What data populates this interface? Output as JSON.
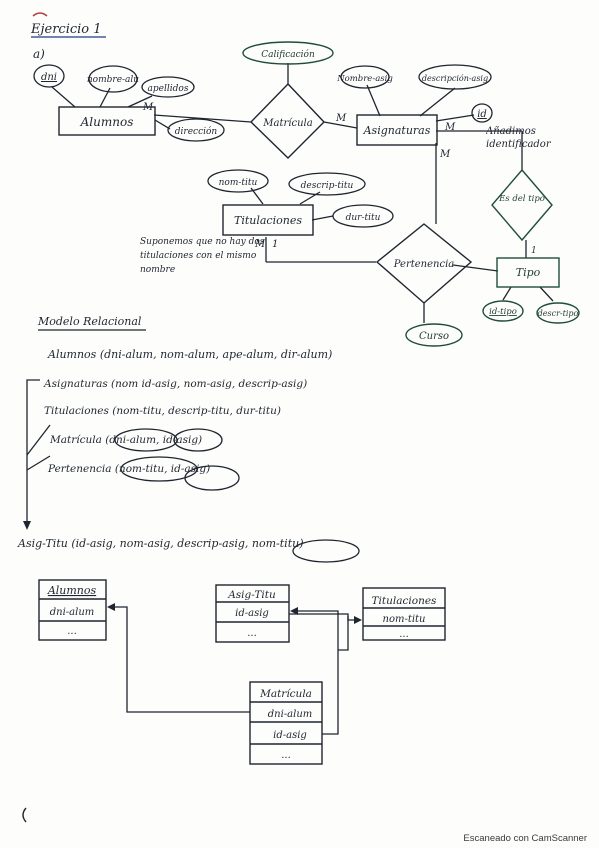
{
  "exercise_title": "Ejercicio 1",
  "part_label": "a)",
  "er": {
    "alumnos": "Alumnos",
    "attr_dni": "dni",
    "attr_nombre": "nombre-alu",
    "attr_apellidos": "apellidos",
    "attr_direccion": "dirección",
    "matricula": "Matrícula",
    "calificacion": "Calificación",
    "card_alumnos_m": "M",
    "card_matricula_m": "M",
    "asignaturas": "Asignaturas",
    "attr_nombre_asig": "Nombre-asig",
    "attr_descripcion_asig": "descripción-asig",
    "attr_id": "id",
    "note_id": "Añadimos identificador",
    "card_asig_m1": "M",
    "card_asig_m2": "M",
    "titulaciones": "Titulaciones",
    "attr_nom_titu": "nom-titu",
    "attr_descrip_titu": "descrip-titu",
    "attr_dur_titu": "dur-titu",
    "note_titulaciones": "Suponemos que no hay dos titulaciones con el mismo nombre",
    "card_titu_m": "M",
    "card_titu_1": "1",
    "pertenencia": "Pertenencia",
    "curso": "Curso",
    "es_del_tipo": "Es del tipo",
    "card_tipo_1": "1",
    "tipo": "Tipo",
    "attr_id_tipo": "id-tipo",
    "attr_descr_tipo": "descr-tipo"
  },
  "relational": {
    "heading": "Modelo Relacional",
    "alumnos": "Alumnos (dni-alum, nom-alum, ape-alum, dir-alum)",
    "asignaturas": "Asignaturas (nom id-asig, nom-asig, descrip-asig)",
    "titulaciones": "Titulaciones (nom-titu, descrip-titu, dur-titu)",
    "matricula": "Matrícula (dni-alum, id-asig)",
    "pertenencia": "Pertenencia (nom-titu, id-asig)",
    "asig_titu": "Asig-Titu (id-asig, nom-asig, descrip-asig, nom-titu)"
  },
  "tables": {
    "alumnos": {
      "title": "Alumnos",
      "rows": [
        "dni-alum",
        "..."
      ]
    },
    "asig_titu": {
      "title": "Asig-Titu",
      "rows": [
        "id-asig",
        "..."
      ]
    },
    "titulaciones": {
      "title": "Titulaciones",
      "rows": [
        "nom-titu",
        "..."
      ]
    },
    "matricula": {
      "title": "Matrícula",
      "rows": [
        "dni-alum",
        "id-asig",
        "..."
      ]
    }
  },
  "footer": "Escaneado con CamScanner",
  "colors": {
    "ink": "#1f2530",
    "green_ink": "#1f4d3a",
    "red_ink": "#b33a3a",
    "paper": "#fdfdfb"
  }
}
